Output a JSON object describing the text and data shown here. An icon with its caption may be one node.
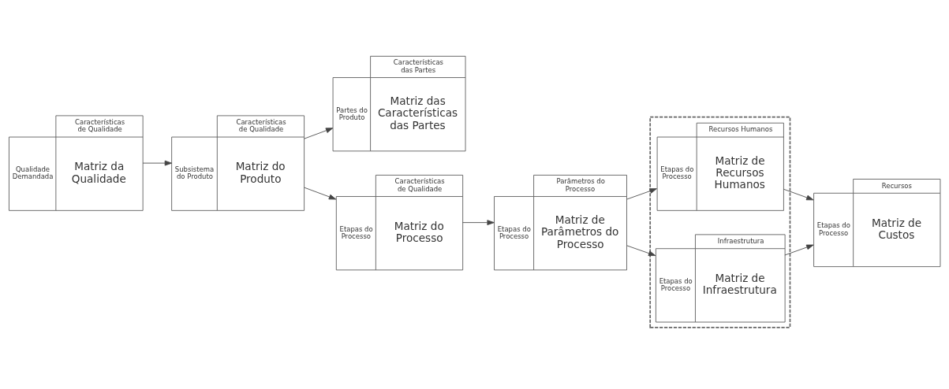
{
  "diagram": {
    "nodes": [
      {
        "text": [
          "Características de Qualidade",
          "Qualidade Demandada",
          "Matriz da Qualidade"
        ]
      },
      {
        "text": [
          "Características de Qualidade",
          "Subsistema do Produto",
          "Matriz do Produto"
        ]
      },
      {
        "text": [
          "Características das Partes",
          "Partes do Produto",
          "Matriz das Características das Partes"
        ]
      },
      {
        "text": [],
        "shape": "box"
      },
      {
        "text": [
          "Recursos Humanos",
          "Etapas do Processo",
          "Matriz de Recursos Humanos"
        ],
        "in": 3
      },
      {
        "text": [
          "Infraestrutura",
          "Etapas do Processo",
          "Matriz de Infraestrutura"
        ],
        "in": 3
      },
      {
        "text": [
          "Recursos",
          "Etapas do Processo",
          "Matriz de Custos"
        ]
      },
      {
        "text": [
          "Características de Qualidade",
          "Etapas do Processo",
          "Matriz do Processo"
        ]
      },
      {
        "text": [
          "Parâmetros do Processo",
          "Etapas do Processo",
          "Matriz de Parâmetros do Processo"
        ]
      }
    ],
    "edges": [
      {
        "from": 0,
        "to": 1,
        "arrow": "to"
      },
      {
        "from": 1,
        "to": 2,
        "arrow": "to"
      },
      {
        "from": 1,
        "to": 7,
        "arrow": "to"
      },
      {
        "from": 7,
        "to": 8,
        "arrow": "to"
      },
      {
        "from": 8,
        "to": 4,
        "arrow": "to"
      },
      {
        "from": 8,
        "to": 5,
        "arrow": "to"
      },
      {
        "from": 4,
        "to": 6,
        "arrow": "to"
      },
      {
        "from": 5,
        "to": 6,
        "arrow": "to"
      }
    ]
  }
}
